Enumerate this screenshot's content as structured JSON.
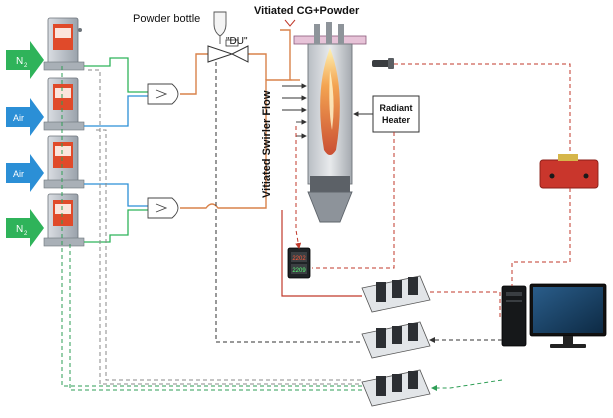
{
  "labels": {
    "powder_bottle": "Powder bottle",
    "du": "\"DU\"",
    "vitiated_cg_powder": "Vitiated CG+Powder",
    "vitiated_swirler_flow": "Vitiated Swirler Flow",
    "radiant_heater_line1": "Radiant",
    "radiant_heater_line2": "Heater",
    "controller_top": "2202",
    "controller_bottom": "2209"
  },
  "gas_inlets": [
    {
      "label": "N",
      "sub": "2",
      "color": "#2fb35a"
    },
    {
      "label": "Air",
      "sub": "",
      "color": "#2b8fd6"
    },
    {
      "label": "Air",
      "sub": "",
      "color": "#2b8fd6"
    },
    {
      "label": "N",
      "sub": "2",
      "color": "#2fb35a"
    }
  ],
  "colors": {
    "n2_line": "#2fb35a",
    "air_line": "#2b8fd6",
    "flow_line": "#d9824a",
    "signal_red": "#c0392b",
    "signal_black": "#333333",
    "signal_green": "#2e9e55",
    "signal_gray": "#8a8a8a"
  }
}
